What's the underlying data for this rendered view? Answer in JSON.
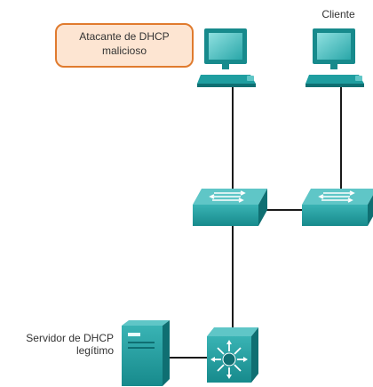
{
  "labels": {
    "attacker_line1": "Atacante de DHCP",
    "attacker_line2": "malicioso",
    "client": "Cliente",
    "server_line1": "Servidor de DHCP",
    "server_line2": "legítimo"
  },
  "nodes": [
    {
      "name": "attacker-pc-icon",
      "type": "pc"
    },
    {
      "name": "client-pc-icon",
      "type": "pc"
    },
    {
      "name": "switch-left-icon",
      "type": "switch"
    },
    {
      "name": "switch-right-icon",
      "type": "switch"
    },
    {
      "name": "multilayer-switch-icon",
      "type": "multilayer-switch"
    },
    {
      "name": "dhcp-server-icon",
      "type": "server"
    }
  ],
  "colors": {
    "device_teal": "#1f9ea0",
    "device_dark": "#0f6f72",
    "device_light": "#5fc6c7",
    "attacker_border": "#e07b2e",
    "attacker_fill": "#fde5d2",
    "link": "#1a1a1a"
  }
}
